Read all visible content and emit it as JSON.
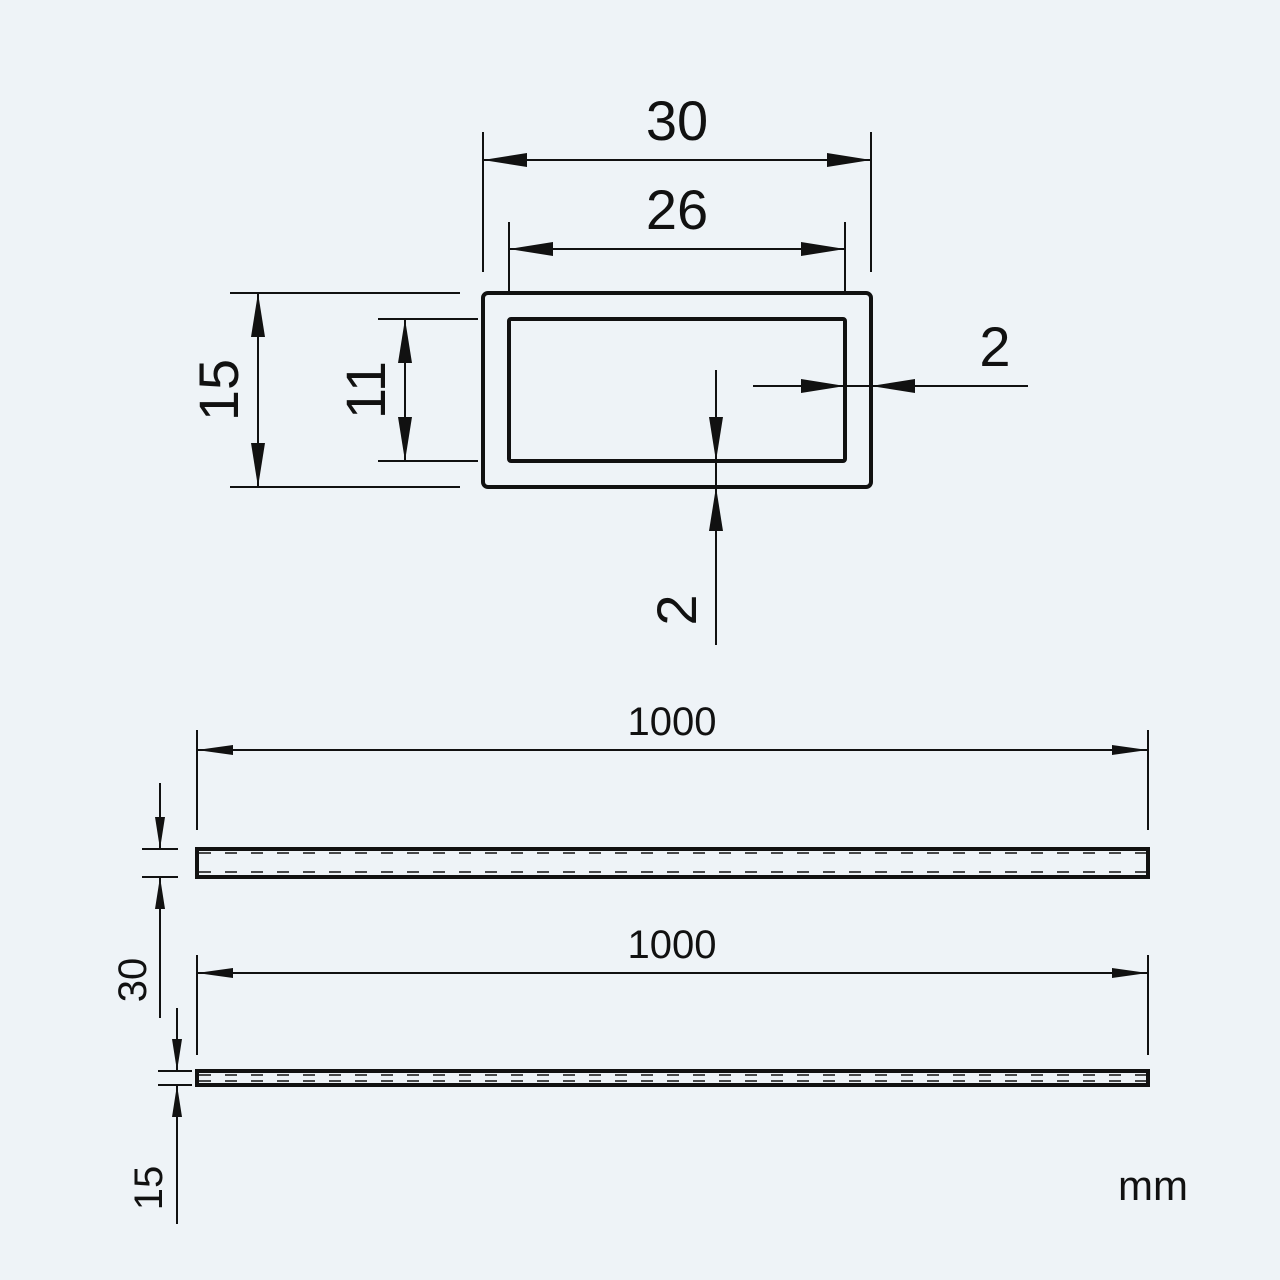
{
  "cross_section": {
    "outer_width": "30",
    "inner_width": "26",
    "outer_height": "15",
    "inner_height": "11",
    "side_wall": "2",
    "bottom_wall": "2"
  },
  "profiles": {
    "top_length": "1000",
    "top_height": "30",
    "bottom_length": "1000",
    "bottom_height": "15"
  },
  "unit": "mm",
  "colors": {
    "background": "#eef3f7",
    "line": "#111111"
  }
}
